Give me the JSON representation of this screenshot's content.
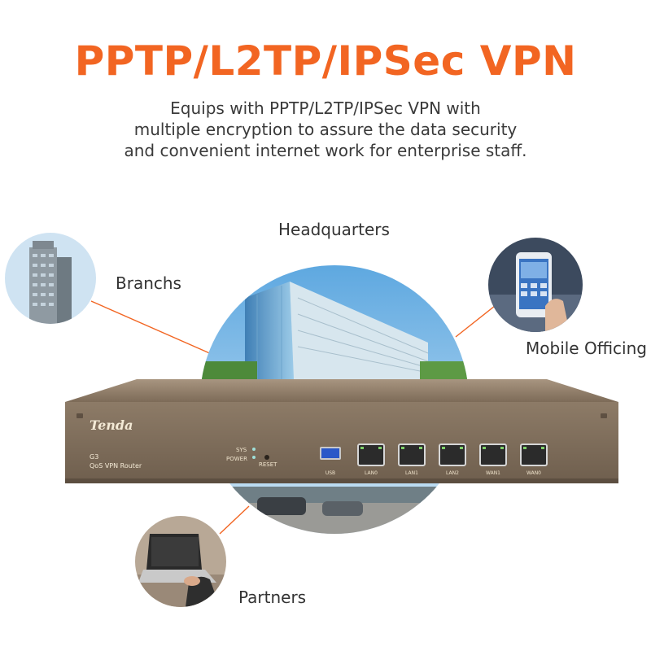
{
  "header": {
    "title": "PPTP/L2TP/IPSec VPN",
    "subtitle_lines": [
      "Equips with PPTP/L2TP/IPSec VPN with",
      "multiple encryption to assure the data security",
      "and convenient internet work for enterprise staff."
    ]
  },
  "locations": {
    "headquarters": "Headquarters",
    "branchs": "Branchs",
    "mobile": "Mobile Officing",
    "partners": "Partners"
  },
  "router": {
    "brand": "Tenda",
    "model": "G3",
    "model_desc": "QoS VPN Router",
    "led_sys": "SYS",
    "led_power": "POWER",
    "reset": "RESET",
    "ports": [
      "USB",
      "LAN0",
      "LAN1",
      "LAN2",
      "WAN1",
      "WAN0"
    ]
  },
  "colors": {
    "accent": "#f26522",
    "router_body": "#8b7863",
    "connector": "#f26522"
  }
}
